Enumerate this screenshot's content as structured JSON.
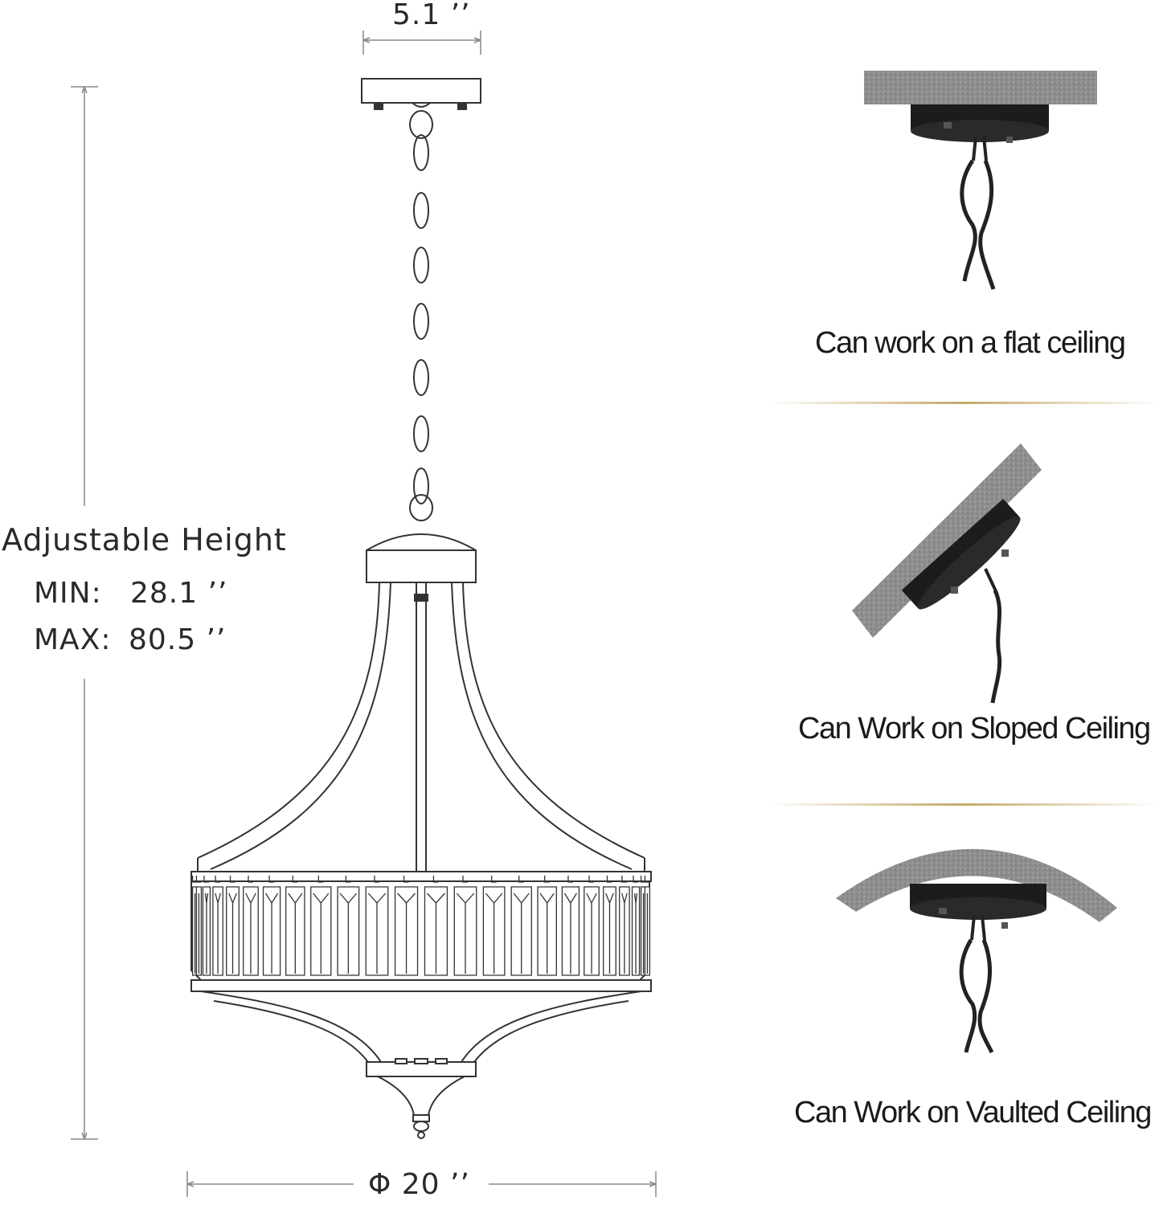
{
  "dimensions": {
    "canopy_width": "5.1 ’’",
    "height_label": "Adjustable Height",
    "min_label": "MIN:",
    "min_value": "28.1 ’’",
    "max_label": "MAX:",
    "max_value": "80.5 ’’",
    "diameter": "Φ 20 ’’"
  },
  "mounting_options": [
    {
      "caption": "Can work on a flat ceiling",
      "icon": "flat-ceiling-icon"
    },
    {
      "caption": "Can Work on Sloped Ceiling",
      "icon": "sloped-ceiling-icon"
    },
    {
      "caption": "Can Work on Vaulted Ceiling",
      "icon": "vaulted-ceiling-icon"
    }
  ],
  "colors": {
    "line": "#333333",
    "ceiling": "#8f8f8f",
    "canopy": "#1c1c1c",
    "divider": "#c9b27a"
  }
}
